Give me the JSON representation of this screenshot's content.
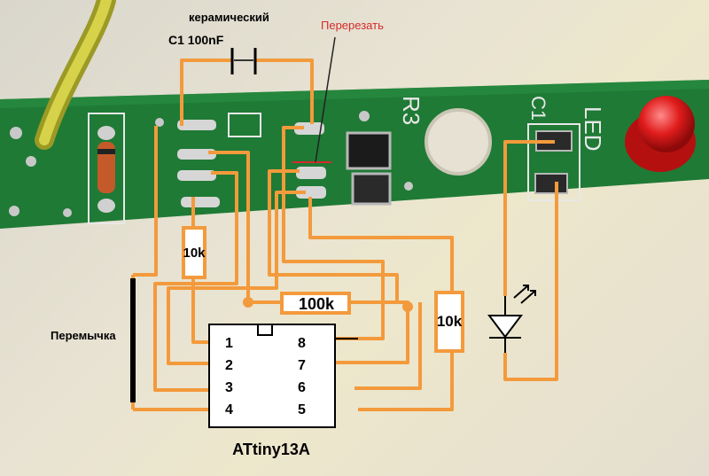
{
  "capacitor": {
    "type_label": "керамический",
    "ref_value": "C1  100nF"
  },
  "cut_note": "Перерезать",
  "resistors": {
    "left": "10k",
    "middle": "100k",
    "right": "10k"
  },
  "jumper_label": "Перемычка",
  "chip": {
    "name": "ATtiny13A",
    "left_pins": [
      "1",
      "2",
      "3",
      "4"
    ],
    "right_pins": [
      "8",
      "7",
      "6",
      "5"
    ]
  },
  "board_silkscreen": {
    "r3": "R3",
    "c1": "C1",
    "led": "LED"
  },
  "colors": {
    "wire": "#f39a3c",
    "board": "#1f7a35",
    "cut_note": "#d62a2a",
    "led": "#d11a1a"
  }
}
